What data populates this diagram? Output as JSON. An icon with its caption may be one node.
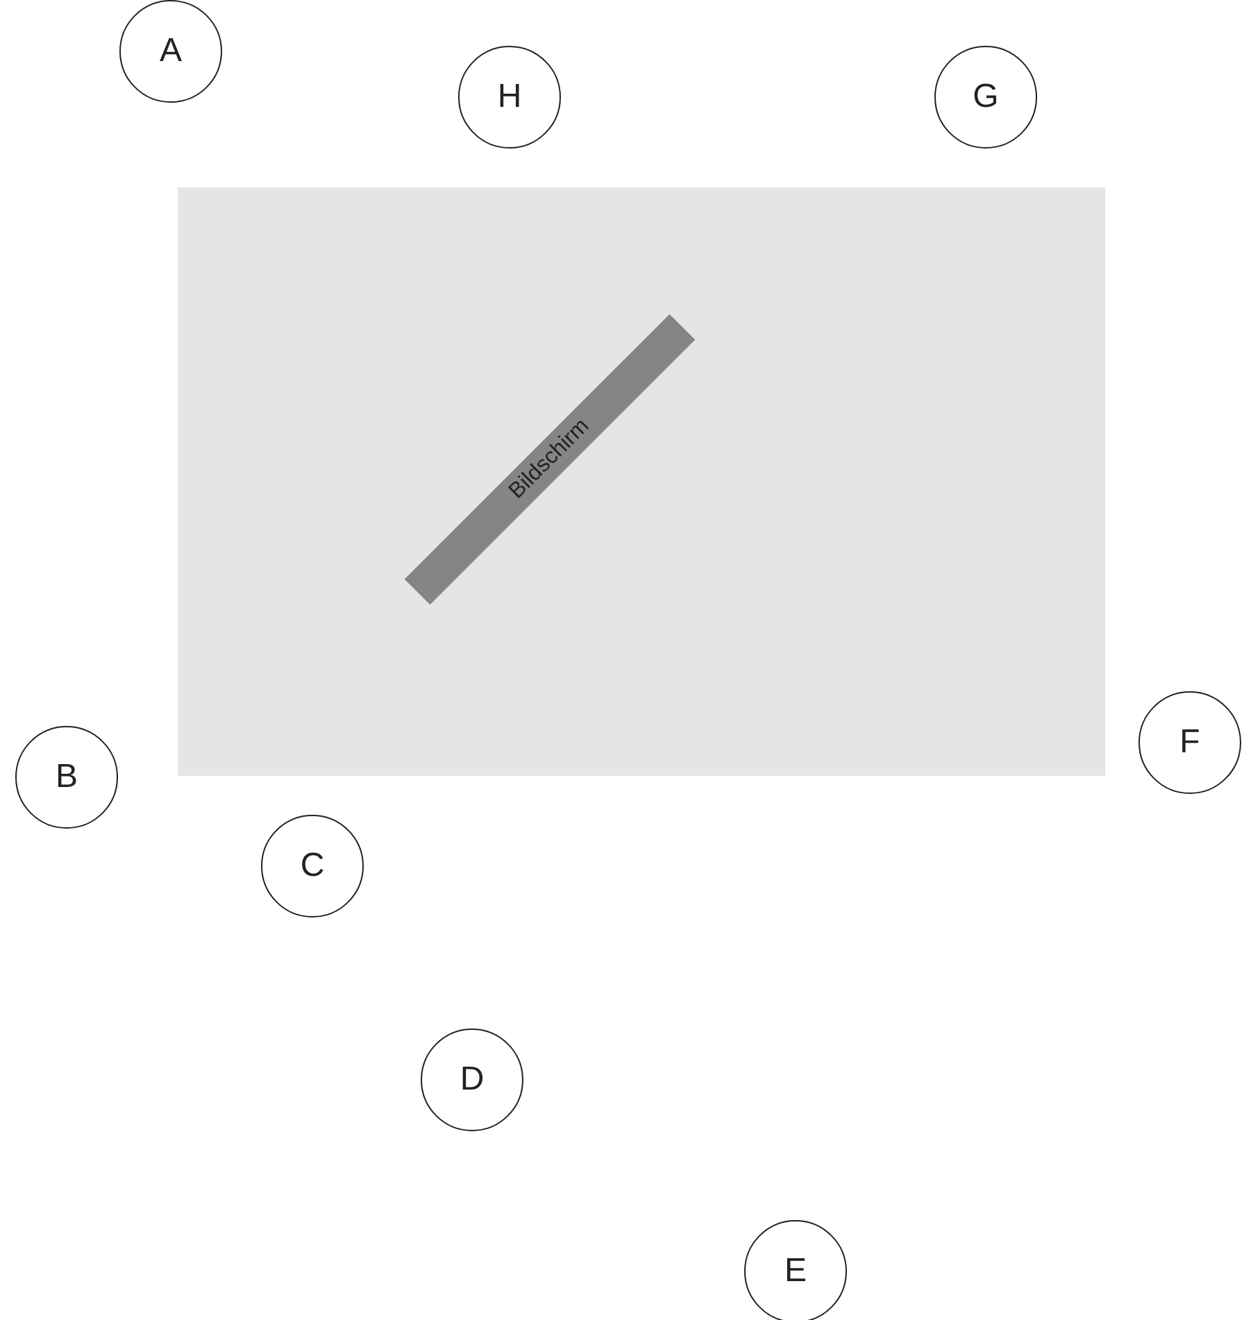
{
  "diagram": {
    "nodes": [
      {
        "text": [
          "A"
        ]
      },
      {
        "text": [
          "H"
        ]
      },
      {
        "text": [
          "G"
        ]
      },
      {
        "text": [],
        "shape": "box"
      },
      {
        "text": [
          "Bildschirm"
        ],
        "in": 3
      },
      {
        "text": [
          "F"
        ]
      },
      {
        "text": [
          "B"
        ]
      },
      {
        "text": [
          "C"
        ]
      },
      {
        "text": [
          "D"
        ]
      },
      {
        "text": [
          "E"
        ]
      }
    ]
  }
}
